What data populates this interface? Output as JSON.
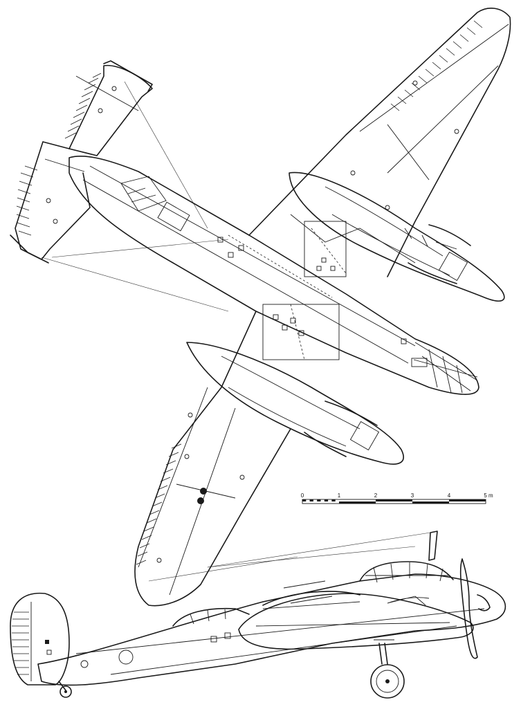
{
  "scale_bar": {
    "ticks": [
      "0",
      "1",
      "2",
      "3",
      "4",
      "5 m"
    ],
    "unit": "m",
    "max": 5
  }
}
